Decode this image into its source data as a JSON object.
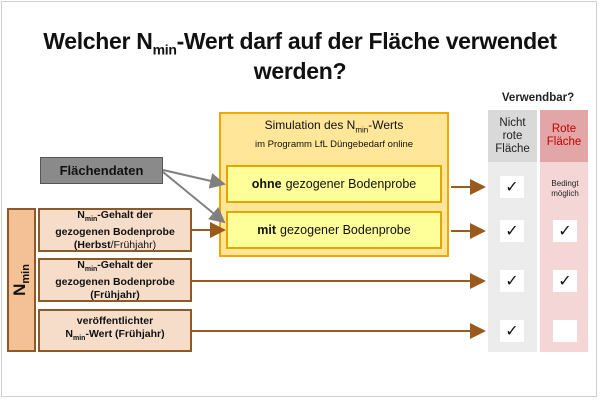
{
  "title": {
    "pre": "Welcher N",
    "sub": "min",
    "post": "-Wert darf auf der Fläche verwendet werden?"
  },
  "verwendbar": "Verwendbar?",
  "columns": {
    "nicht_rote": {
      "l1": "Nicht",
      "l2": "rote",
      "l3": "Fläche"
    },
    "rote": {
      "l1": "Rote",
      "l2": "Fläche"
    }
  },
  "simulation": {
    "title_pre": "Simulation des N",
    "title_sub": "min",
    "title_post": "-Werts",
    "subtitle": "im Programm LfL Düngebedarf online",
    "ohne_bold": "ohne",
    "ohne_rest": "gezogener Bodenprobe",
    "mit_bold": "mit",
    "mit_rest": "gezogener Bodenprobe"
  },
  "flaechendaten": "Flächendaten",
  "nmin": {
    "pre": "N",
    "sub": "min"
  },
  "sources": {
    "s1": {
      "l1_pre": "N",
      "l1_sub": "min",
      "l1_post": "-Gehalt der",
      "l2": "gezogenen Bodenprobe",
      "l3_a": "(Herbst",
      "l3_b": "/Frühjahr)"
    },
    "s2": {
      "l1_pre": "N",
      "l1_sub": "min",
      "l1_post": "-Gehalt der",
      "l2": "gezogenen Bodenprobe",
      "l3": "(Frühjahr)"
    },
    "s3": {
      "l1": "veröffentlichter",
      "l2_pre": "N",
      "l2_sub": "min",
      "l2_post": "-Wert (Frühjahr)"
    }
  },
  "checks": {
    "mark": "✓",
    "row1_nicht": true,
    "row1_rote": false,
    "row2_nicht": true,
    "row2_rote": true,
    "row3_nicht": true,
    "row3_rote": true,
    "row4_nicht": true,
    "row4_rote": false
  },
  "note": {
    "l1": "Bedingt",
    "l2": "möglich"
  },
  "colors": {
    "arrow_brown": "#9b5a1d",
    "arrow_gray": "#808080",
    "sim_border": "#f0a800"
  }
}
